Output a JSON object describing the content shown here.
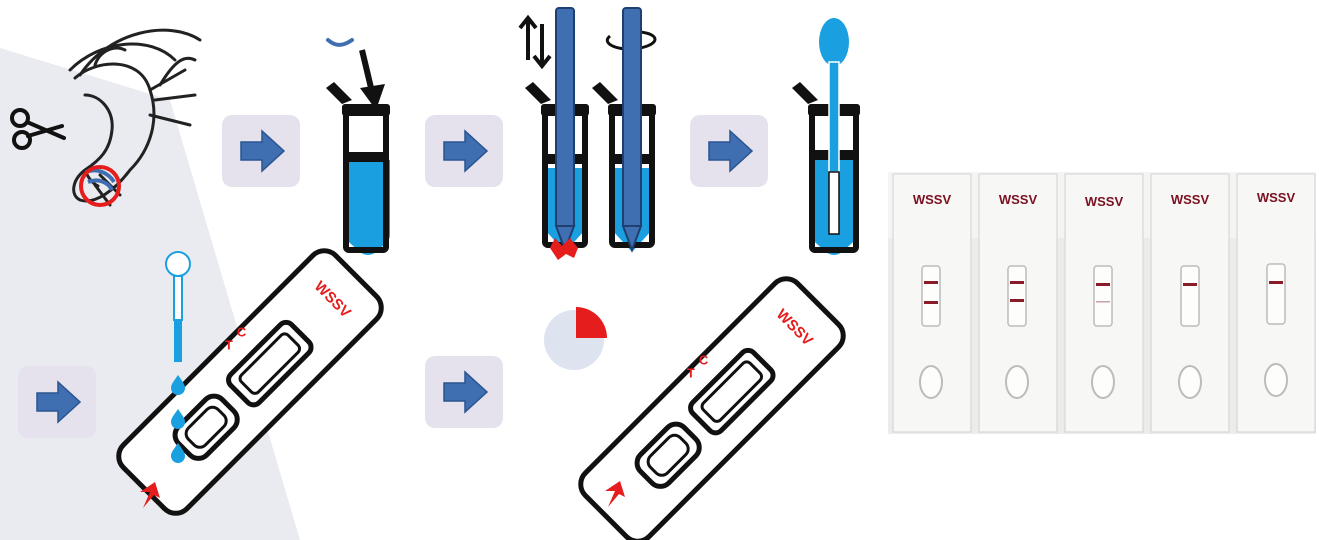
{
  "colors": {
    "accent_blue": "#3f6fb0",
    "liquid_blue": "#1aa0e0",
    "marker_red": "#e51d1d",
    "arrow_box": "#e5e2ee",
    "background_shape": "#e9ebf1",
    "test_line": "#8a1c2a"
  },
  "labels": {
    "cassette_brand": "WSSV",
    "control_mark": "C",
    "test_mark": "T"
  },
  "photo": {
    "strip_labels": [
      "WSSV",
      "WSSV",
      "WSSV",
      "WSSV",
      "WSSV"
    ]
  }
}
